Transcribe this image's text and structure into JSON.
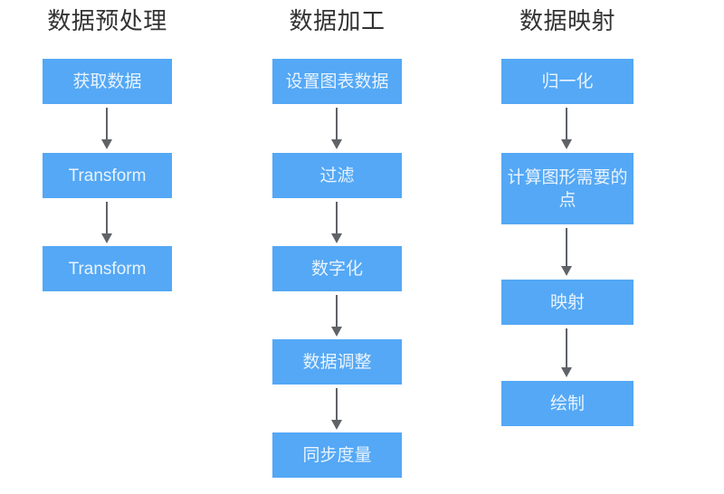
{
  "diagram": {
    "background_color": "#ffffff",
    "node_fill_color": "#54a8f5",
    "node_text_color": "#e9f3fe",
    "title_color": "#333333",
    "arrow_color": "#5f6368",
    "columns": [
      {
        "title": "数据预处理",
        "nodes": [
          {
            "label": "获取数据"
          },
          {
            "label": "Transform"
          },
          {
            "label": "Transform"
          }
        ]
      },
      {
        "title": "数据加工",
        "nodes": [
          {
            "label": "设置图表数据"
          },
          {
            "label": "过滤"
          },
          {
            "label": "数字化"
          },
          {
            "label": "数据调整"
          },
          {
            "label": "同步度量"
          }
        ]
      },
      {
        "title": "数据映射",
        "nodes": [
          {
            "label": "归一化"
          },
          {
            "label": "计算图形需要的点"
          },
          {
            "label": "映射"
          },
          {
            "label": "绘制"
          }
        ]
      }
    ]
  }
}
